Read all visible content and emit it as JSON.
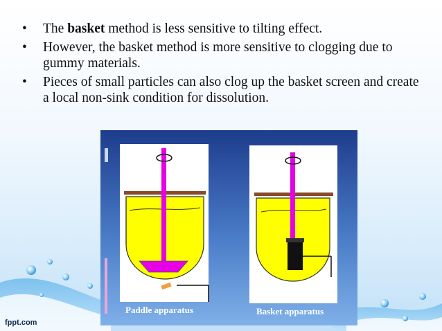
{
  "slide": {
    "bullets": [
      {
        "before": "The ",
        "bold": "basket",
        "after": " method is less sensitive to tilting effect."
      },
      {
        "before": "However, the basket method is more sensitive to clogging due to gummy materials.",
        "bold": "",
        "after": ""
      },
      {
        "before": "Pieces of small particles can also clog up the basket screen and create a local non-sink condition for dissolution.",
        "bold": "",
        "after": ""
      }
    ],
    "bullet_char": "•"
  },
  "figure": {
    "paddle_label": "Paddle apparatus",
    "basket_label": "Basket apparatus"
  },
  "footer": {
    "brand": "fppt.com"
  },
  "colors": {
    "figure_bg_top": "#1d3c8c",
    "figure_bg_bottom": "#7fb0e8",
    "vessel_fill": "#ffff00",
    "shaft": "#e600e6",
    "basket": "#111111",
    "tablet": "#f0a040",
    "plate": "#8a4a2a"
  }
}
